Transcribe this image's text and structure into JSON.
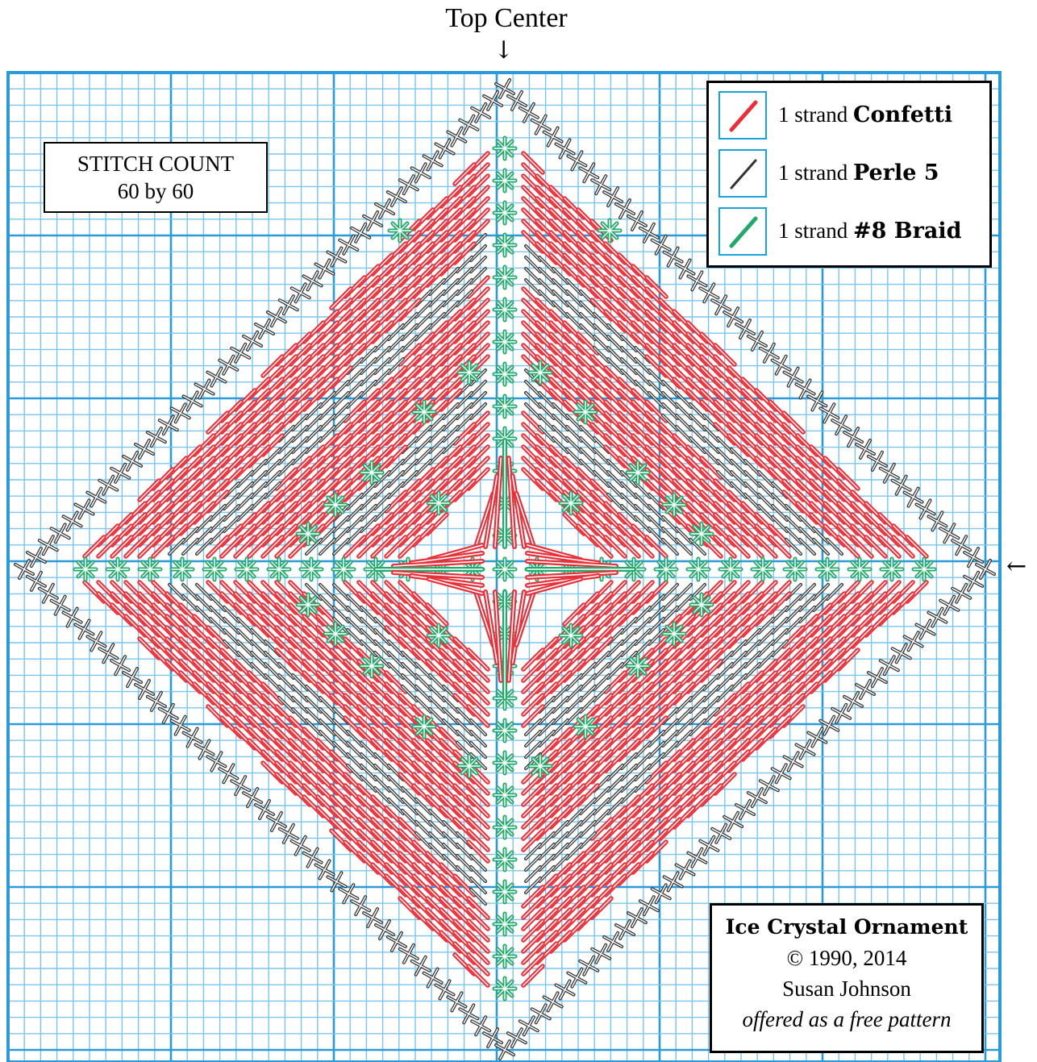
{
  "top_label": "Top Center",
  "arrow_down": "↓",
  "arrow_left": "←",
  "stitch_count": {
    "line1": "STITCH COUNT",
    "line2": "60 by 60"
  },
  "legend": [
    {
      "prefix": "1 strand",
      "name": "Confetti",
      "color": "#e8303a"
    },
    {
      "prefix": "1 strand",
      "name": "Perle 5",
      "color": "#333333"
    },
    {
      "prefix": "1 strand",
      "name": "#8 Braid",
      "color": "#22a86a"
    }
  ],
  "credits": {
    "title": "Ice Crystal Ornament",
    "copyright": "© 1990, 2014",
    "author": "Susan Johnson",
    "note": "offered as a free pattern"
  },
  "colors": {
    "grid_minor": "#7cc4ee",
    "grid_major": "#2a9ad8",
    "red": "#e8303a",
    "black": "#333333",
    "green": "#22a86a"
  }
}
